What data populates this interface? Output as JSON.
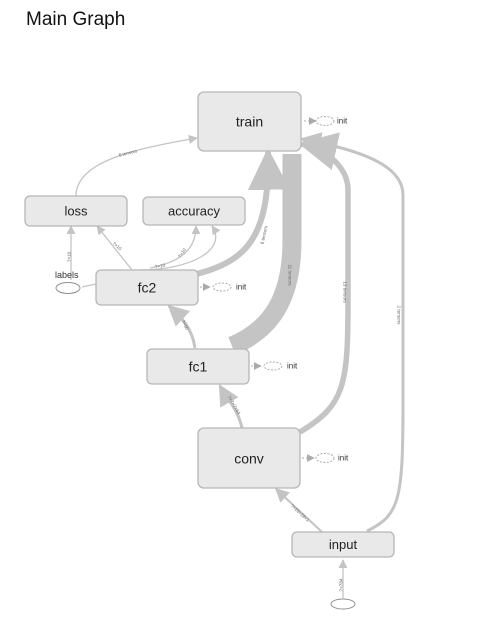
{
  "title": "Main Graph",
  "nodes": {
    "train": "train",
    "loss": "loss",
    "accuracy": "accuracy",
    "fc2": "fc2",
    "fc1": "fc1",
    "conv": "conv",
    "input": "input",
    "labels": "labels"
  },
  "init_label": "init",
  "edge_labels": {
    "loss_train": "6 tensors",
    "fc2_train": "8 tensors",
    "fc1_train": "11 tensors",
    "conv_train": "13 tensors",
    "input_train": "2 tensors",
    "labels_loss": "?×10",
    "fc2_loss": "?×10",
    "fc2_acc_a": "?×10",
    "fc2_acc_b": "?×10",
    "fc1_fc2": "?×50",
    "conv_fc1": "?×7×7×64",
    "input_conv": "?×28×28×1",
    "input_in": "?×784"
  }
}
